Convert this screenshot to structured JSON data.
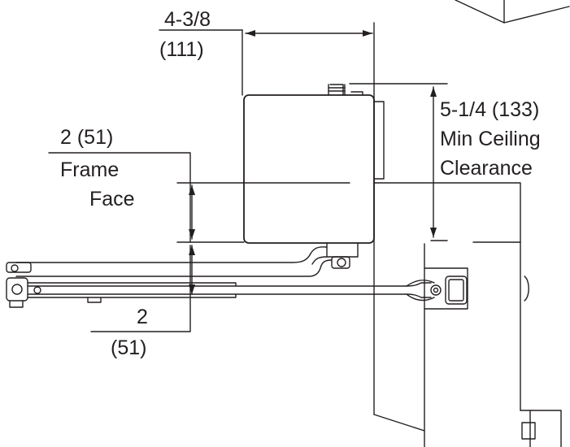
{
  "dimensions": {
    "width_top": {
      "fraction": "4-3/8",
      "metric": "(111)"
    },
    "ceiling": {
      "value": "5-1/4 (133)",
      "line1": "Min Ceiling",
      "line2": "Clearance"
    },
    "frame_face": {
      "value": "2 (51)",
      "line1": "Frame",
      "line2": "Face"
    },
    "arm_drop": {
      "value": "2",
      "metric": "(51)"
    }
  },
  "colors": {
    "line": "#231f20",
    "background": "#ffffff"
  }
}
